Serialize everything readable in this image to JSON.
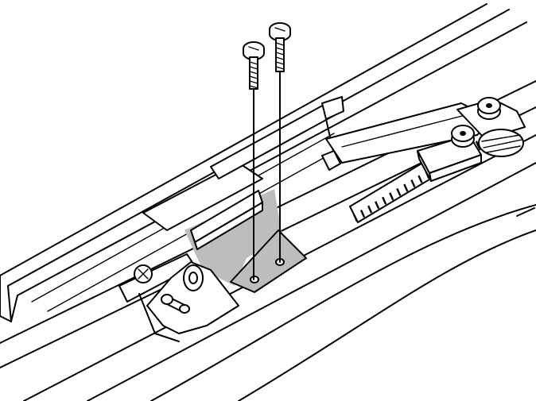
{
  "figure": {
    "type": "technical-line-illustration",
    "highlight_color": "#bdbdbd",
    "line_color": "#000000",
    "background_color": "#ffffff"
  },
  "parts": {
    "screws": {
      "count": 2,
      "icon": "screw-icon"
    },
    "mounting_plate": {
      "screw_holes": 2
    }
  }
}
